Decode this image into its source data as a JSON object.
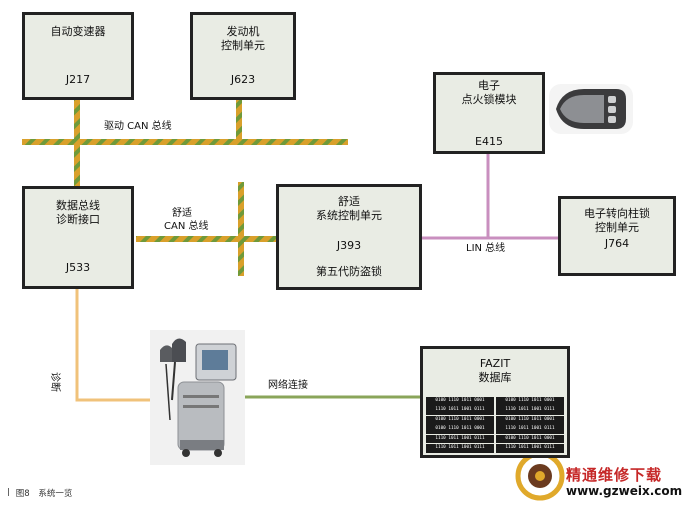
{
  "boxes": {
    "gearbox": {
      "line1": "自动变速器",
      "code": "J217"
    },
    "engine": {
      "line1": "发动机",
      "line2": "控制单元",
      "code": "J623"
    },
    "ignition": {
      "line1": "电子",
      "line2": "点火锁模块",
      "code": "E415"
    },
    "gateway": {
      "line1": "数据总线",
      "line2": "诊断接口",
      "code": "J533"
    },
    "comfort": {
      "line1": "舒适",
      "line2": "系统控制单元",
      "code": "J393",
      "line3": "第五代防盗锁"
    },
    "steering": {
      "line1": "电子转向柱锁",
      "line2": "控制单元",
      "code": "J764"
    },
    "fazit": {
      "line1": "FAZIT",
      "line2": "数据库",
      "grid": [
        "0100 1110 1011 0001",
        "0100 1110 1011 0001",
        "1110 1011 1001 0111",
        "1110 1011 1001 0111",
        "0100 1110 1011 0001",
        "0100 1110 1011 0001",
        "0100 1110 1011 0001",
        "1110 1011 1001 0111",
        "1110 1011 1001 0111",
        "0100 1110 1011 0001",
        "1110 1011 1001 0111",
        "1110 1011 1001 0111"
      ]
    }
  },
  "labels": {
    "drive_can": "驱动 CAN 总线",
    "comfort_can_1": "舒适",
    "comfort_can_2": "CAN 总线",
    "lin": "LIN 总线",
    "diagnosis": "诊断",
    "network": "网络连接"
  },
  "caption": {
    "figure": "图8",
    "text": "系统一览"
  },
  "watermark": {
    "text": "精通维修下载",
    "url": "www.gzweix.com"
  },
  "colors": {
    "box_fill": "#e9ece4",
    "can_bus": "#d9a02b",
    "can_bus_stripe": "#6f9a3a",
    "lin_bus": "#c98fbf",
    "diagnosis_line": "#f0c27a",
    "network_line": "#8aa55a"
  }
}
